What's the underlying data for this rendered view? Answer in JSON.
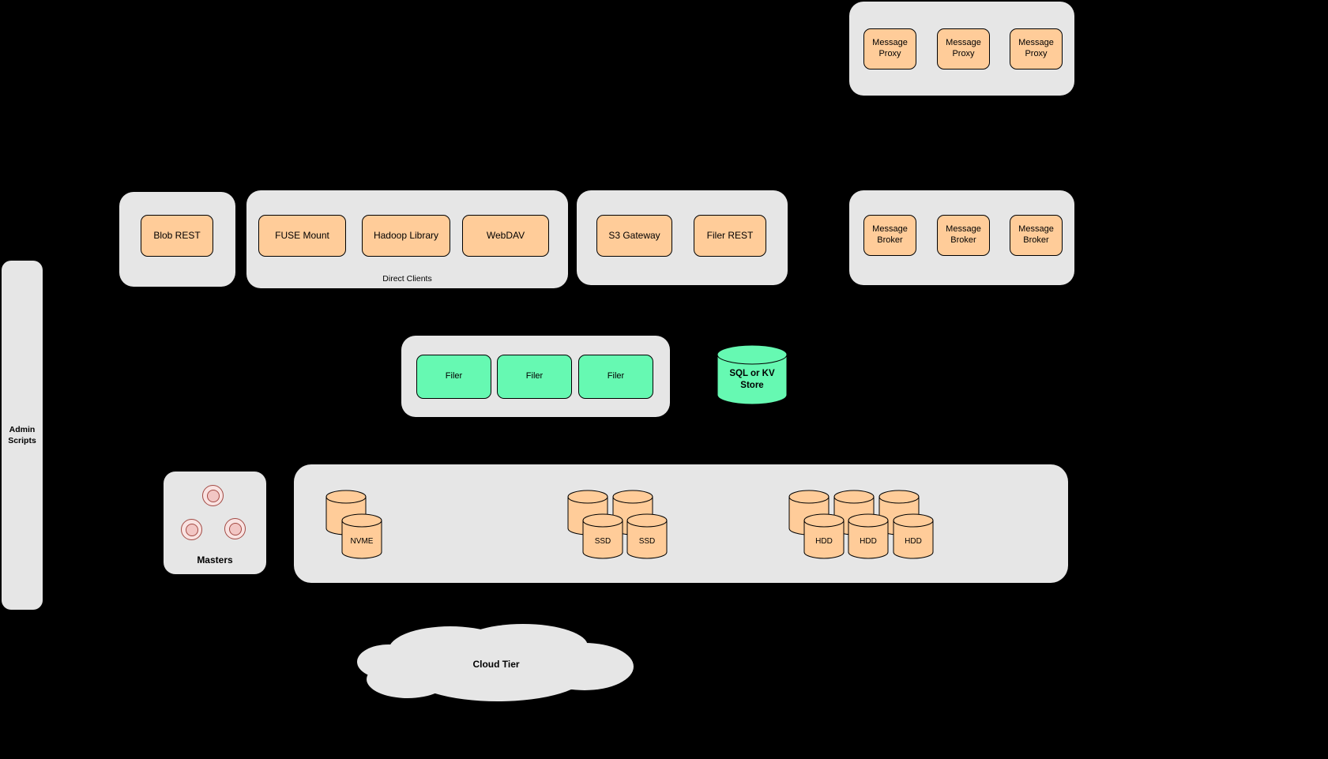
{
  "colors": {
    "background": "#000000",
    "container_fill": "#e6e6e6",
    "node_orange": "#ffcc99",
    "node_green": "#66f9b2",
    "master_pink_fill": "#f2c6c4",
    "master_pink_stroke": "#a34a44",
    "stroke": "#000000"
  },
  "diagram": {
    "message_proxy_group": {
      "items": [
        "Message Proxy",
        "Message Proxy",
        "Message Proxy"
      ]
    },
    "blob_rest_group": {
      "items": [
        "Blob REST"
      ]
    },
    "direct_clients_group": {
      "caption": "Direct Clients",
      "items": [
        "FUSE Mount",
        "Hadoop Library",
        "WebDAV"
      ]
    },
    "gateway_group": {
      "items": [
        "S3 Gateway",
        "Filer REST"
      ]
    },
    "message_broker_group": {
      "items": [
        "Message Broker",
        "Message Broker",
        "Message Broker"
      ]
    },
    "filer_group": {
      "items": [
        "Filer",
        "Filer",
        "Filer"
      ]
    },
    "sql_kv_store": {
      "label": "SQL or KV Store"
    },
    "admin_scripts": {
      "label": "Admin Scripts"
    },
    "masters_group": {
      "label": "Masters"
    },
    "volume_group": {
      "nvme_label": "NVME",
      "ssd_labels": [
        "SSD",
        "SSD"
      ],
      "hdd_labels": [
        "HDD",
        "HDD",
        "HDD"
      ]
    },
    "cloud_tier": {
      "label": "Cloud Tier"
    }
  }
}
